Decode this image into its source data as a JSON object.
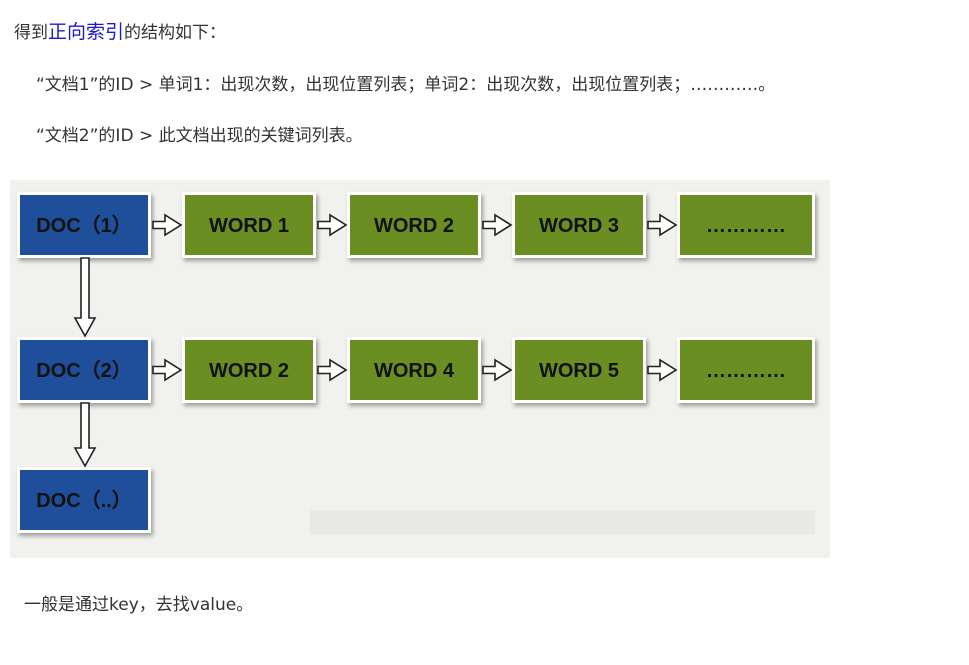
{
  "intro": {
    "prefix": "得到",
    "link_text": "正向索引",
    "suffix": "的结构如下："
  },
  "doc1_line": "“文档1”的ID > 单词1：出现次数，出现位置列表；单词2：出现次数，出现位置列表；…………。",
  "doc2_line": "“文档2”的ID > 此文档出现的关键词列表。",
  "diagram": {
    "doc_box_color": "#1f4f9a",
    "word_box_color": "#6b8e23",
    "rows": [
      {
        "doc": "DOC（1）",
        "words": [
          "WORD 1",
          "WORD 2",
          "WORD 3",
          "…………"
        ]
      },
      {
        "doc": "DOC（2）",
        "words": [
          "WORD 2",
          "WORD 4",
          "WORD 5",
          "…………"
        ]
      },
      {
        "doc": "DOC（..）",
        "words": []
      }
    ]
  },
  "footer_line": "一般是通过key，去找value。"
}
